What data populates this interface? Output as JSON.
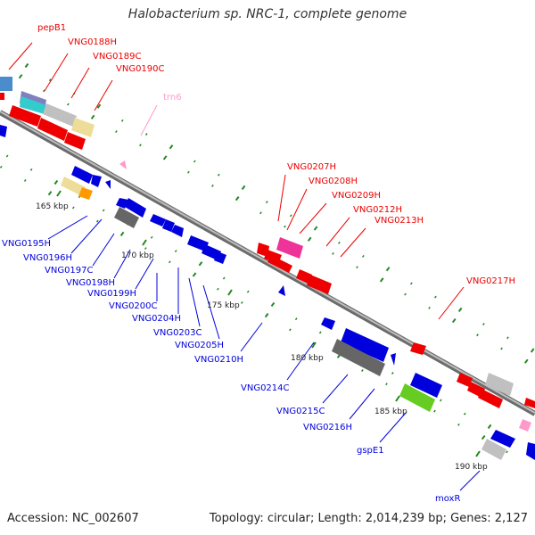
{
  "title": "Halobacterium sp. NRC-1, complete genome",
  "footer": {
    "accession": "Accession: NC_002607",
    "topology": "Topology: circular; Length: 2,014,239 bp; Genes: 2,127"
  },
  "colors": {
    "forward": "#ee0000",
    "reverse": "#0000dd",
    "rna": "#ff99cc",
    "backbone": "#999999",
    "tick": "#228822"
  },
  "ticks": [
    "165 kbp",
    "170 kbp",
    "175 kbp",
    "180 kbp",
    "185 kbp",
    "190 kbp"
  ],
  "forward_labels": [
    "pepB1",
    "VNG0188H",
    "VNG0189C",
    "VNG0190C",
    "trn6",
    "VNG0207H",
    "VNG0208H",
    "VNG0209H",
    "VNG0212H",
    "VNG0213H",
    "VNG0217H"
  ],
  "reverse_labels": [
    "VNG0195H",
    "VNG0196H",
    "VNG0197C",
    "VNG0198H",
    "VNG0199H",
    "VNG0200C",
    "VNG0204H",
    "VNG0203C",
    "VNG0205H",
    "VNG0210H",
    "VNG0214C",
    "VNG0215C",
    "VNG0216H",
    "gspE1",
    "moxR"
  ]
}
